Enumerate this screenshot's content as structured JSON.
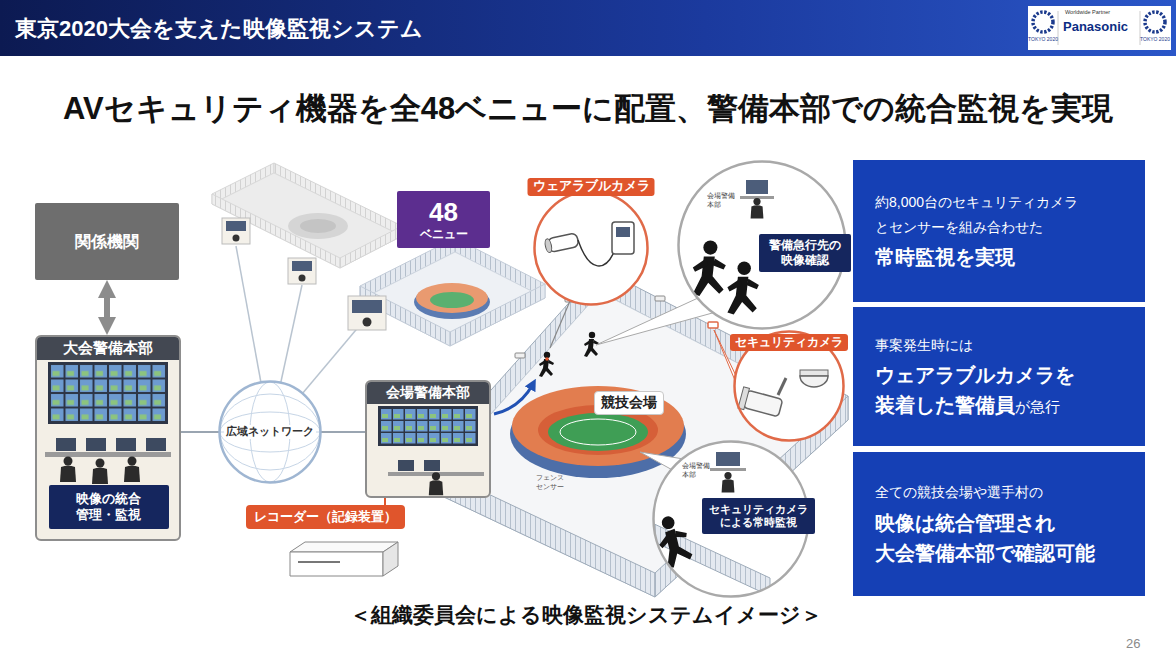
{
  "diagram": {
    "title": "AVセキュリティ機器を全48ベニューに配置、警備本部での統合監視を実現",
    "caption": "＜組織委員会による映像監視システムイメージ＞",
    "nodes": [
      {
        "text": [
          "関係機関"
        ]
      },
      {
        "text": [
          "大会警備本部"
        ]
      },
      {
        "text": [
          "映像の統合 管理・監視"
        ],
        "in": 1
      },
      {
        "text": [
          "広域ネットワーク"
        ]
      },
      {
        "text": [
          "会場警備本部"
        ]
      },
      {
        "text": [
          "レコーダー（記録装置）"
        ]
      },
      {
        "text": [
          "48",
          "ベニュー"
        ]
      },
      {
        "text": [
          "ウェアラブルカメラ"
        ]
      },
      {
        "text": [
          "会場警備 本部"
        ]
      },
      {
        "text": [
          "警備急行先の 映像確認"
        ],
        "in": 8
      },
      {
        "text": [
          "セキュリティカメラ"
        ]
      },
      {
        "text": [
          "競技会場"
        ]
      },
      {
        "text": [
          "会場警備 本部"
        ]
      },
      {
        "text": [
          "セキュリティカメラ による常時監視"
        ],
        "in": 12
      },
      {
        "text": [
          "約8,000台のセキュリティカメラ とセンサーを組み合わせた",
          "常時監視を実現"
        ]
      },
      {
        "text": [
          "事案発生時には",
          "ウェアラブルカメラを 装着した警備員",
          "が急行"
        ]
      },
      {
        "text": [
          "全ての競技会場や選手村の",
          "映像は統合管理され 大会警備本部で確認可能"
        ]
      }
    ],
    "edges": [
      {
        "from": 0,
        "to": 1,
        "arrow": "both"
      },
      {
        "from": 1,
        "to": 3,
        "arrow": "none"
      },
      {
        "from": 3,
        "to": 4,
        "arrow": "none"
      },
      {
        "from": 4,
        "to": 5,
        "arrow": "none"
      }
    ],
    "labels": [
      "東京2020大会を支えた映像監視システム",
      "Worldwide Partner",
      "Panasonic",
      "TOKYO 2020",
      "TOKYO 2020",
      "フェンス",
      "センサー",
      "26"
    ]
  }
}
